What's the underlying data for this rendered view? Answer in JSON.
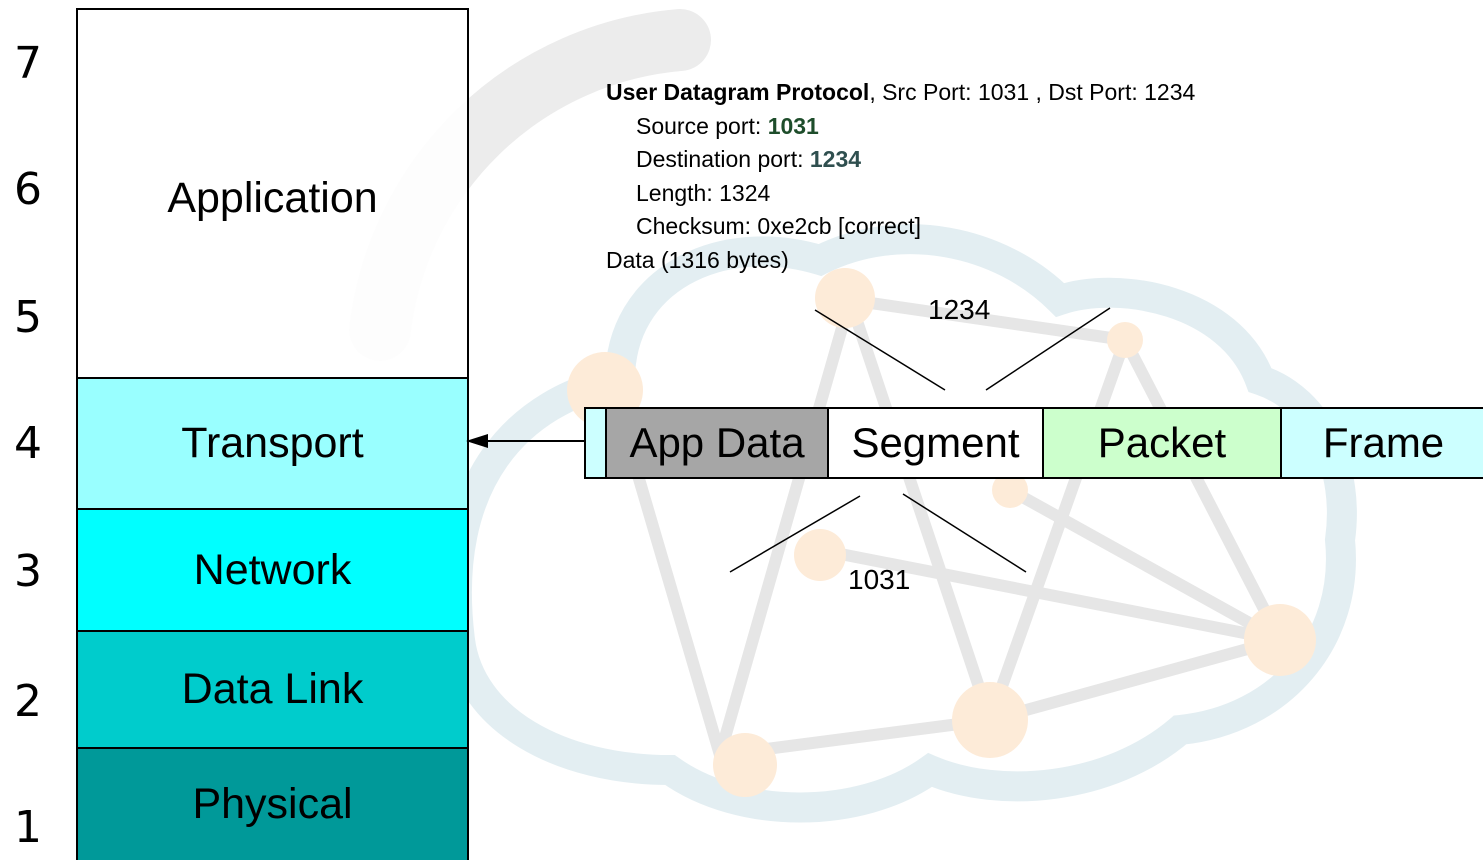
{
  "layer_numbers": [
    "7",
    "6",
    "5",
    "4",
    "3",
    "2",
    "1"
  ],
  "layers": {
    "application": "Application",
    "transport": "Transport",
    "network": "Network",
    "data_link": "Data Link",
    "physical": "Physical"
  },
  "encapsulation": {
    "app_data": "App Data",
    "segment": "Segment",
    "packet": "Packet",
    "frame": "Frame"
  },
  "udp_header": {
    "title": "User Datagram Protocol",
    "summary": ", Src Port: 1031 , Dst Port: 1234",
    "source_port_label": "Source port: ",
    "source_port_value": "1031",
    "destination_port_label": "Destination port: ",
    "destination_port_value": "1234",
    "length": "Length: 1324",
    "checksum": "Checksum: 0xe2cb [correct]",
    "data": "Data (1316 bytes)"
  },
  "callouts": {
    "top_port": "1234",
    "bottom_port": "1031"
  },
  "colors": {
    "transport": "#99ffff",
    "network": "#00ffff",
    "data_link": "#00cccc",
    "physical": "#009999",
    "app_data": "#a6a6a6",
    "packet": "#ccffcc",
    "frame": "#ccffff"
  }
}
